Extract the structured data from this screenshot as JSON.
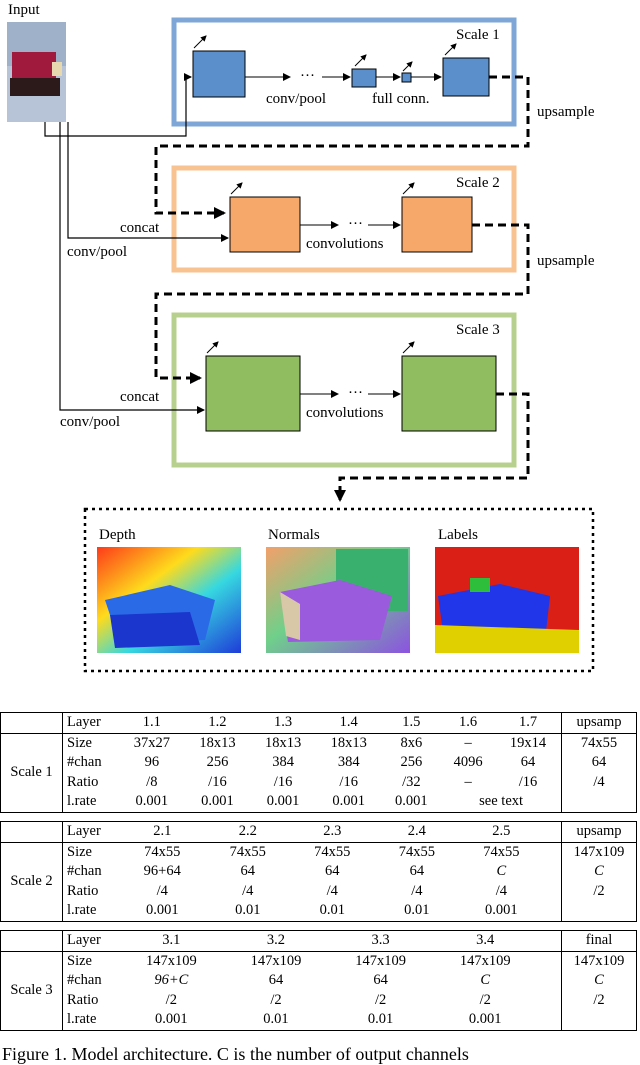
{
  "input": {
    "label": "Input"
  },
  "scales": [
    {
      "title": "Scale 1",
      "labels": [
        "conv/pool",
        "full conn."
      ],
      "color": "#2e74b5",
      "frame": "#7ea6d6"
    },
    {
      "title": "Scale 2",
      "labels": [
        "concat",
        "conv/pool",
        "convolutions"
      ],
      "color": "#f4a460",
      "frame": "#f8c391"
    },
    {
      "title": "Scale 3",
      "labels": [
        "concat",
        "conv/pool",
        "convolutions"
      ],
      "color": "#8db35d",
      "frame": "#b8d08e"
    }
  ],
  "connectors": {
    "upsample_1": "upsample",
    "upsample_2": "upsample",
    "dots": "···"
  },
  "outputs": [
    {
      "label": "Depth"
    },
    {
      "label": "Normals"
    },
    {
      "label": "Labels"
    }
  ],
  "table": {
    "row_labels": [
      "Size",
      "#chan",
      "Ratio",
      "l.rate"
    ],
    "blocks": [
      {
        "scale": "Scale 1",
        "layers": [
          "1.1",
          "1.2",
          "1.3",
          "1.4",
          "1.5",
          "1.6",
          "1.7"
        ],
        "last": "upsamp",
        "rows": [
          [
            "37x27",
            "18x13",
            "18x13",
            "18x13",
            "8x6",
            "–",
            "19x14",
            "74x55"
          ],
          [
            "96",
            "256",
            "384",
            "384",
            "256",
            "4096",
            "64",
            "64"
          ],
          [
            "/8",
            "/16",
            "/16",
            "/16",
            "/32",
            "–",
            "/16",
            "/4"
          ],
          [
            "0.001",
            "0.001",
            "0.001",
            "0.001",
            "0.001",
            "see text",
            "",
            ""
          ]
        ]
      },
      {
        "scale": "Scale 2",
        "layers": [
          "2.1",
          "2.2",
          "2.3",
          "2.4",
          "2.5",
          "",
          ""
        ],
        "last": "upsamp",
        "rows": [
          [
            "74x55",
            "74x55",
            "74x55",
            "74x55",
            "74x55",
            "",
            "",
            "147x109"
          ],
          [
            "96+64",
            "64",
            "64",
            "64",
            "C",
            "",
            "",
            "C"
          ],
          [
            "/4",
            "/4",
            "/4",
            "/4",
            "/4",
            "",
            "",
            "/2"
          ],
          [
            "0.001",
            "0.01",
            "0.01",
            "0.01",
            "0.001",
            "",
            "",
            ""
          ]
        ]
      },
      {
        "scale": "Scale 3",
        "layers": [
          "3.1",
          "3.2",
          "3.3",
          "3.4",
          "",
          "",
          ""
        ],
        "last": "final",
        "rows": [
          [
            "147x109",
            "147x109",
            "147x109",
            "147x109",
            "",
            "",
            "",
            "147x109"
          ],
          [
            "96+C",
            "64",
            "64",
            "C",
            "",
            "",
            "",
            "C"
          ],
          [
            "/2",
            "/2",
            "/2",
            "/2",
            "",
            "",
            "",
            "/2"
          ],
          [
            "0.001",
            "0.01",
            "0.01",
            "0.001",
            "",
            "",
            "",
            ""
          ]
        ]
      }
    ]
  },
  "caption": "Figure 1. Model architecture. C is the number of output channels"
}
